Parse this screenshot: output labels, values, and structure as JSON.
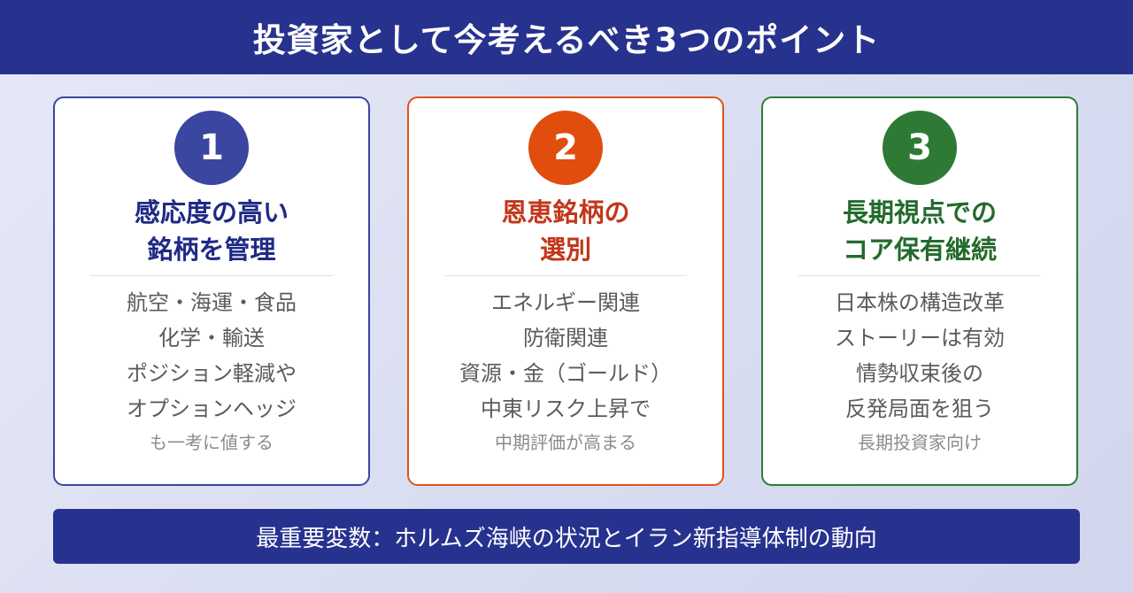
{
  "header": {
    "title": "投資家として今考えるべき3つのポイント"
  },
  "cards": [
    {
      "number": "1",
      "title_lines": [
        "感応度の高い",
        "銘柄を管理"
      ],
      "body_lines": [
        "航空・海運・食品",
        "化学・輸送",
        "ポジション軽減や",
        "オプションヘッジ"
      ],
      "note": "も一考に値する",
      "accent_color": "#3a46a0"
    },
    {
      "number": "2",
      "title_lines": [
        "恩恵銘柄の",
        "選別"
      ],
      "body_lines": [
        "エネルギー関連",
        "防衛関連",
        "資源・金（ゴールド）",
        "中東リスク上昇で"
      ],
      "note": "中期評価が高まる",
      "accent_color": "#e04d0c"
    },
    {
      "number": "3",
      "title_lines": [
        "長期視点での",
        "コア保有継続"
      ],
      "body_lines": [
        "日本株の構造改革",
        "ストーリーは有効",
        "情勢収束後の",
        "反発局面を狙う"
      ],
      "note": "長期投資家向け",
      "accent_color": "#2e7a35"
    }
  ],
  "footer": {
    "text": "最重要変数：ホルムズ海峡の状況とイラン新指導体制の動向"
  }
}
